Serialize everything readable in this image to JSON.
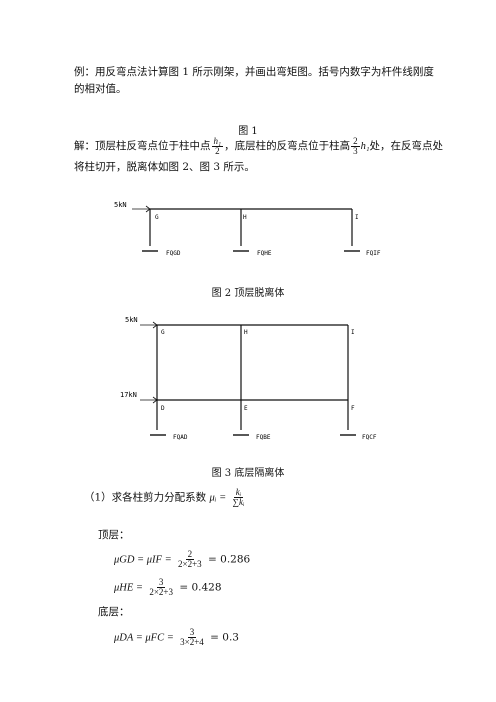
{
  "intro": "例：用反弯点法计算图 1 所示刚架，并画出弯矩图。括号内数字为杆件线刚度的相对值。",
  "fig1_caption": "图 1",
  "solution": {
    "p1": "解：顶层柱反弯点位于柱中点",
    "f1_num": "h₁",
    "f1_den": "2",
    "p2": "，底层柱的反弯点位于柱高",
    "f2_num": "2",
    "f2_den": "3",
    "f2_tail": "h₁",
    "p3": "处，在反弯点处",
    "p4": "将柱切开，脱离体如图 2、图 3 所示。"
  },
  "fig2": {
    "load": "5kN",
    "nodes": [
      "G",
      "H",
      "I"
    ],
    "forces": [
      "FQGD",
      "FQHE",
      "FQIF"
    ],
    "caption": "图 2  顶层脱离体"
  },
  "fig3": {
    "load_top": "5kN",
    "load_mid": "17kN",
    "nodes_top": [
      "G",
      "H",
      "I"
    ],
    "nodes_bottom": [
      "D",
      "E",
      "F"
    ],
    "forces": [
      "FQAD",
      "FQBE",
      "FQCF"
    ],
    "caption": "图 3  底层隔离体"
  },
  "step1": {
    "label": "（1）求各柱剪力分配系数",
    "formula_lhs": "μᵢ =",
    "formula_num": "kᵢ",
    "formula_den": "∑kᵢ"
  },
  "top_label": "顶层：",
  "eq1": {
    "lhs": "μGD = μIF =",
    "num": "2",
    "den": "2×2+3",
    "result": "= 0.286"
  },
  "eq2": {
    "lhs": "μHE =",
    "num": "3",
    "den": "2×2+3",
    "result": "= 0.428"
  },
  "bottom_label": "底层：",
  "eq3": {
    "lhs": "μDA = μFC =",
    "num": "3",
    "den": "3×2+4",
    "result": "= 0.3"
  }
}
